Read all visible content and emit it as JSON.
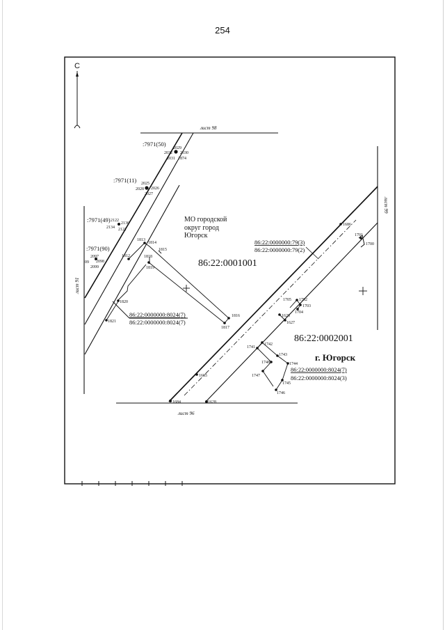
{
  "page_number": "254",
  "north_label": "С",
  "sheets": {
    "top": "лист 98",
    "right": "лист 99",
    "bottom": "лист 96",
    "left": "лист 91"
  },
  "municipality": [
    "МО городской",
    "округ город",
    "Югорск"
  ],
  "quarters": {
    "west": "86:22:0001001",
    "east": "86:22:0002001"
  },
  "city": "г. Югорск",
  "parcels": {
    "p7971_50": ":7971(50)",
    "p7971_11": ":7971(11)",
    "p7971_49": ":7971(49)",
    "p7971_90": ":7971(90)",
    "p79_3": "86:22:0000000:79(3)",
    "p79_2": "86:22:0000000:79(2)",
    "west_8024_7a": "86:22:0000000:8024(7)",
    "west_8024_7b": "86:22:0000000:8024(7)",
    "east_8024_7": "86:22:0000000:8024(7)",
    "east_8024_3": "86:22:0000000:8024(3)"
  },
  "points": {
    "p2029": "2029",
    "p2032": "2032",
    "p2030": "2030",
    "p2031": "2031",
    "p1874": "1874",
    "p2025": "2025",
    "p2028": "2028",
    "p2026": "2026",
    "p2027": "2027",
    "p2122": "2122",
    "p2136": "2136",
    "p2134": "2134",
    "p2121": "2121",
    "p2097": "2097",
    "p2098": "2098",
    "p2099": "2099",
    "p09": "09",
    "p1813": "1813",
    "p1814": "1814",
    "p1815": "1815",
    "p1812": "1812",
    "p1818": "1818",
    "p1819": "1819",
    "p1820": "1820",
    "p1821": "1821",
    "p1816": "1816",
    "p1817": "1817",
    "p1686": "1686",
    "p1701": "1701",
    "p1700": "1700",
    "p1705": "1705",
    "p1702": "1702",
    "p1703": "1703",
    "p1704": "1704",
    "p1626": "1626",
    "p1627": "1627",
    "p1741": "1741",
    "p1742": "1742",
    "p1743": "1743",
    "p1748": "1748",
    "p1744": "1744",
    "p1747": "1747",
    "p1745": "1745",
    "p1746": "1746",
    "p1685": "1685",
    "p1684": "1684",
    "p1628": "1628"
  }
}
